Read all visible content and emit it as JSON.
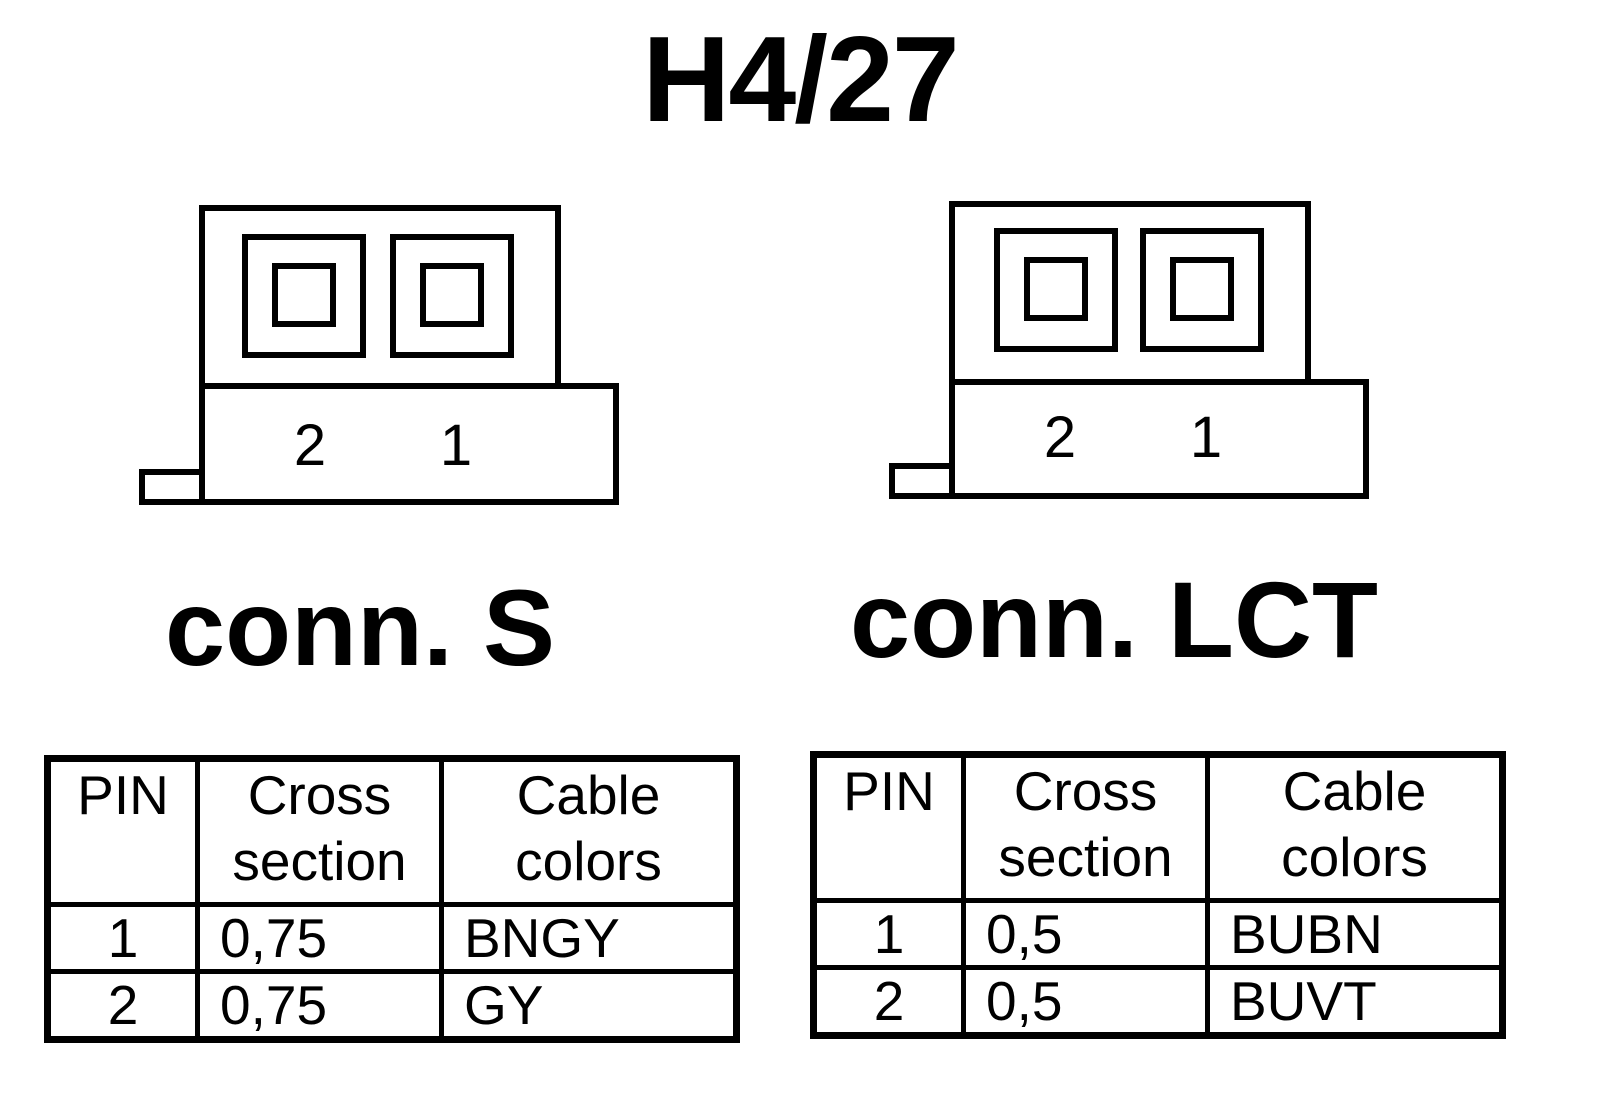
{
  "title": "H4/27",
  "connectors": [
    {
      "label": "conn. S",
      "pins_drawn": [
        "2",
        "1"
      ],
      "table": {
        "headers": {
          "pin": "PIN",
          "cross_line1": "Cross",
          "cross_line2": "section",
          "color_line1": "Cable",
          "color_line2": "colors"
        },
        "rows": [
          {
            "pin": "1",
            "cross_section": "0,75",
            "colors": "BNGY"
          },
          {
            "pin": "2",
            "cross_section": "0,75",
            "colors": "GY"
          }
        ]
      }
    },
    {
      "label": "conn. LCT",
      "pins_drawn": [
        "2",
        "1"
      ],
      "table": {
        "headers": {
          "pin": "PIN",
          "cross_line1": "Cross",
          "cross_line2": "section",
          "color_line1": "Cable",
          "color_line2": "colors"
        },
        "rows": [
          {
            "pin": "1",
            "cross_section": "0,5",
            "colors": "BUBN"
          },
          {
            "pin": "2",
            "cross_section": "0,5",
            "colors": "BUVT"
          }
        ]
      }
    }
  ]
}
